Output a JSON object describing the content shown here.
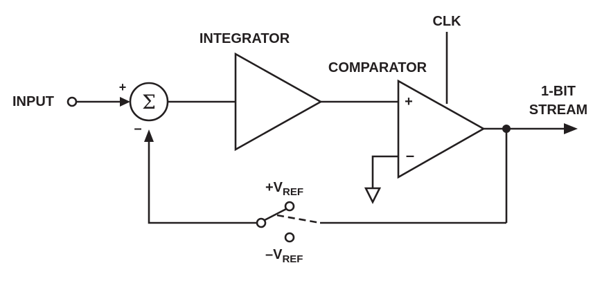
{
  "labels": {
    "input": "INPUT",
    "integrator": "INTEGRATOR",
    "comparator": "COMPARATOR",
    "clk": "CLK",
    "output_line1": "1-BIT",
    "output_line2": "STREAM",
    "plus_vref_sign": "+V",
    "minus_vref_sign": "–V",
    "vref_subscript": "REF"
  },
  "summer": {
    "symbol": "Σ",
    "plus_sign": "+",
    "minus_sign": "–"
  },
  "comparator_inputs": {
    "noninverting": "+",
    "inverting": "–"
  },
  "colors": {
    "ink": "#231f20",
    "background": "#ffffff"
  }
}
